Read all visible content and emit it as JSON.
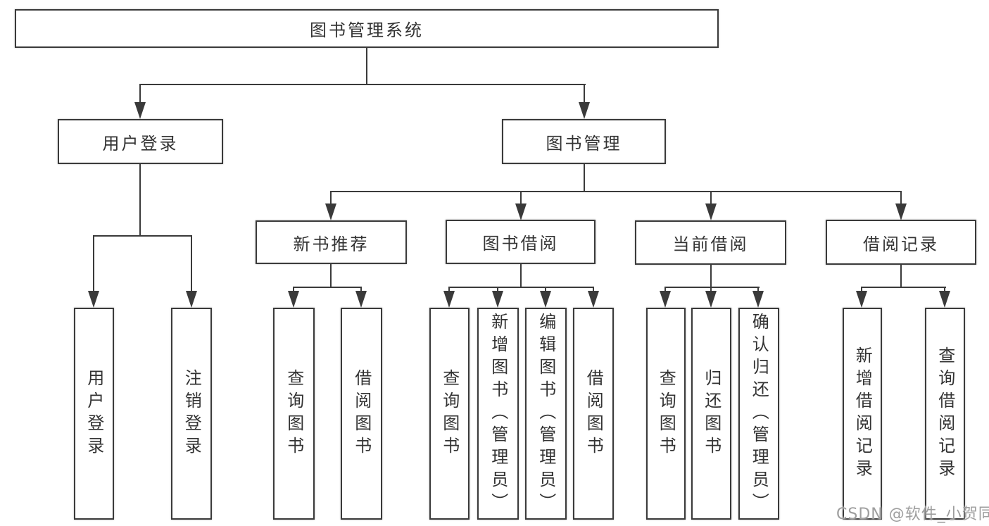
{
  "page": {
    "background": "#ffffff"
  },
  "watermark": {
    "text": "CSDN @软件_小贺同学",
    "color": "#9e9e9e"
  },
  "diagram": {
    "type": "hierarchy-tree",
    "line_color": "#3a3a3a",
    "text_color": "#333333",
    "box_background": "#ffffff",
    "tree": {
      "label": "图书管理系统",
      "children": [
        {
          "label": "用户登录",
          "children": [
            {
              "label": "用户登录"
            },
            {
              "label": "注销登录"
            }
          ]
        },
        {
          "label": "图书管理",
          "children": [
            {
              "label": "新书推荐",
              "children": [
                {
                  "label": "查询图书"
                },
                {
                  "label": "借阅图书"
                }
              ]
            },
            {
              "label": "图书借阅",
              "children": [
                {
                  "label": "查询图书"
                },
                {
                  "label": "新增图书（管理员）"
                },
                {
                  "label": "编辑图书（管理员）"
                },
                {
                  "label": "借阅图书"
                }
              ]
            },
            {
              "label": "当前借阅",
              "children": [
                {
                  "label": "查询图书"
                },
                {
                  "label": "归还图书"
                },
                {
                  "label": "确认归还（管理员）"
                }
              ]
            },
            {
              "label": "借阅记录",
              "children": [
                {
                  "label": "新增借阅记录"
                },
                {
                  "label": "查询借阅记录"
                }
              ]
            }
          ]
        }
      ]
    }
  }
}
